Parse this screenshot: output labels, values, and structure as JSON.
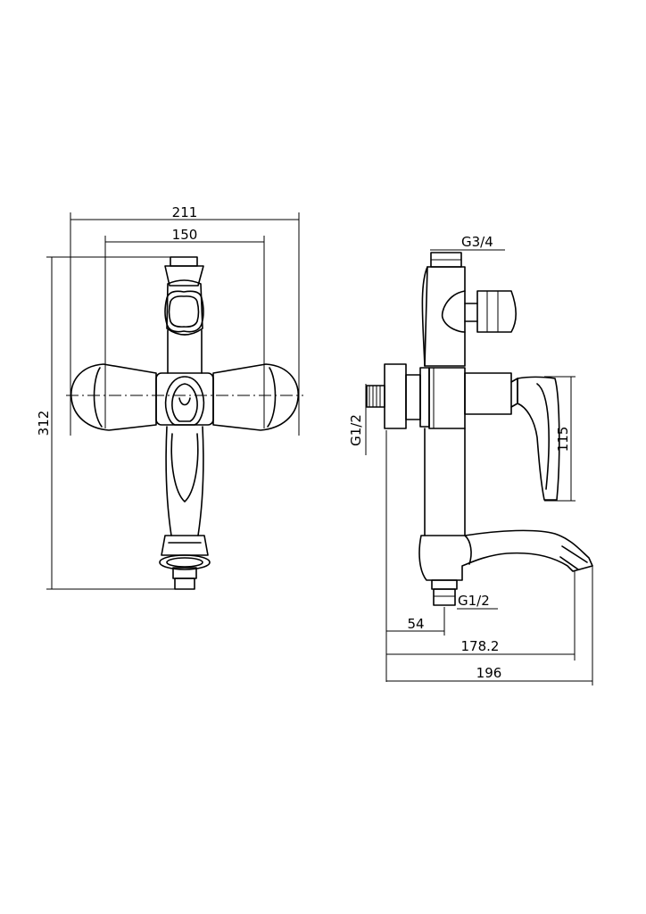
{
  "dimensions": {
    "front_overall_width": "211",
    "front_center_distance": "150",
    "front_height": "312",
    "side_inlet_thread": "G3/4",
    "side_shower_thread": "G1/2",
    "side_handle_height": "115",
    "side_spout_outlet_thread": "G1/2",
    "side_depth_inlet": "54",
    "side_depth_spout": "178.2",
    "side_depth_total": "196"
  }
}
